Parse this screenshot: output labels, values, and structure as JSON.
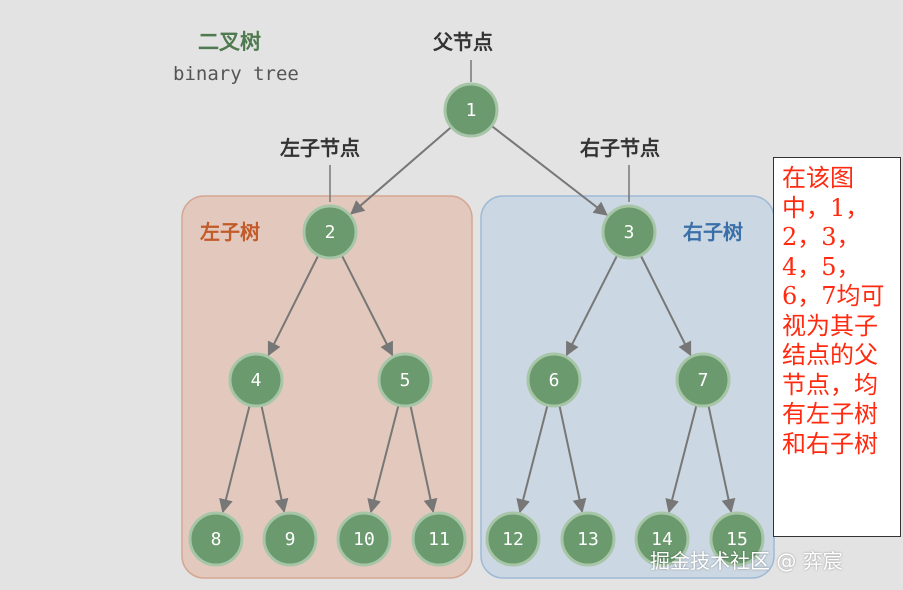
{
  "title": {
    "cn": "二叉树",
    "en": "binary tree"
  },
  "labels": {
    "parent": "父节点",
    "left_child": "左子节点",
    "right_child": "右子节点"
  },
  "subtrees": {
    "left": "左子树",
    "right": "右子树"
  },
  "nodes": [
    "1",
    "2",
    "3",
    "4",
    "5",
    "6",
    "7",
    "8",
    "9",
    "10",
    "11",
    "12",
    "13",
    "14",
    "15"
  ],
  "note": "在该图中，1，2，3，4，5，6，7均可视为其子结点的父节点，均有左子树和右子树",
  "watermark": "掘金技术社区 @ 弈宸",
  "colors": {
    "node_fill": "#6b9a6e",
    "node_ring": "#a7c6a7",
    "edge": "#777777",
    "left_box_fill": "#e3c9bd",
    "left_box_stroke": "#d4a793",
    "right_box_fill": "#cbd7e2",
    "right_box_stroke": "#9fbad6",
    "note_text": "#ff2a0f"
  }
}
